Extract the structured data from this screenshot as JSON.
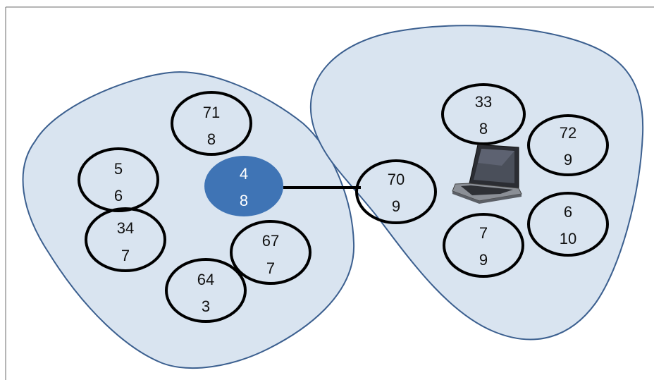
{
  "diagram": {
    "left_cluster": {
      "center_node": {
        "top": "4",
        "bottom": "8"
      },
      "nodes": [
        {
          "id": "n71",
          "top": "71",
          "bottom": "8"
        },
        {
          "id": "n5",
          "top": "5",
          "bottom": "6"
        },
        {
          "id": "n34",
          "top": "34",
          "bottom": "7"
        },
        {
          "id": "n67",
          "top": "67",
          "bottom": "7"
        },
        {
          "id": "n64",
          "top": "64",
          "bottom": "3"
        }
      ]
    },
    "right_cluster": {
      "gateway_node": {
        "top": "70",
        "bottom": "9"
      },
      "nodes": [
        {
          "id": "n33",
          "top": "33",
          "bottom": "8"
        },
        {
          "id": "n72",
          "top": "72",
          "bottom": "9"
        },
        {
          "id": "n6",
          "top": "6",
          "bottom": "10"
        },
        {
          "id": "n7",
          "top": "7",
          "bottom": "9"
        }
      ],
      "device_icon": "laptop-icon"
    },
    "colors": {
      "cluster_fill": "#d9e4f0",
      "cluster_stroke": "#3b5f8f",
      "center_fill": "#3f74b5",
      "node_stroke": "#000000"
    }
  }
}
